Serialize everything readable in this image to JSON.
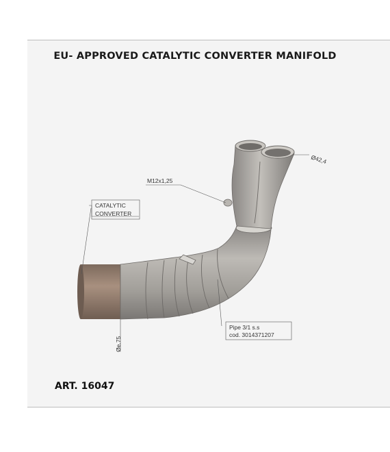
{
  "title": "EU- APPROVED CATALYTIC CONVERTER MANIFOLD",
  "article": "ART. 16047",
  "labels": {
    "catalytic_line1": "CATALYTIC",
    "catalytic_line2": "CONVERTER",
    "thread": "M12x1,25",
    "outlet_diameter": "Ø42,4",
    "inlet_diameter": "Øe.75",
    "pipe_line1": "Pipe 3/1 s.s",
    "pipe_line2": "cod. 3014371207"
  },
  "colors": {
    "sheet_background": "#f4f4f4",
    "pipe_steel": "#a3a09c",
    "catalytic_copper": "#9a8474",
    "text": "#1a1a1a"
  }
}
